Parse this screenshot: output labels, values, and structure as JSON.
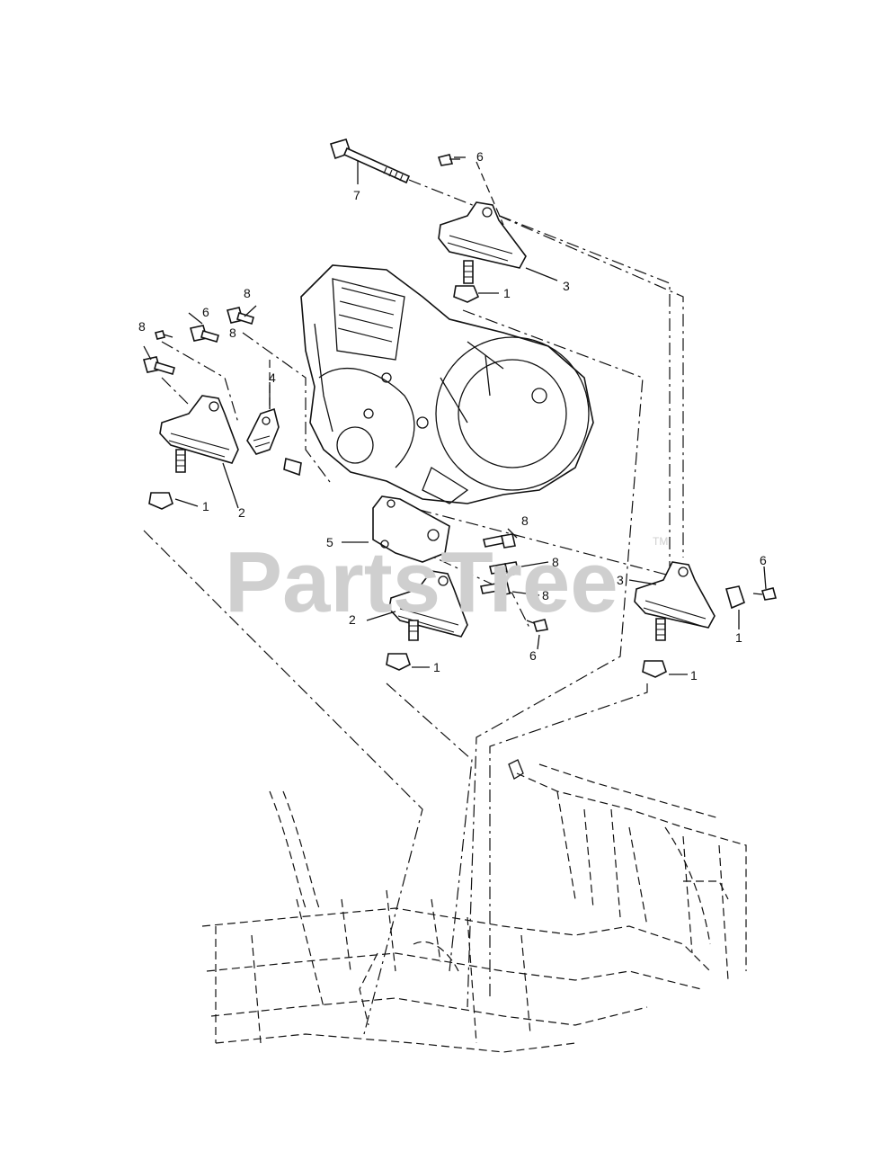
{
  "watermark": {
    "text": "PartsTree",
    "tm": "TM"
  },
  "callouts": {
    "c1_top_right_nut": "1",
    "c1_left_nut": "1",
    "c1_center_nut": "1",
    "c1_right_nut": "1",
    "c1_side_nut": "1",
    "c2_left_mount": "2",
    "c2_center_mount": "2",
    "c3_top_mount": "3",
    "c3_right_mount": "3",
    "c4_bracket": "4",
    "c5_plate": "5",
    "c6_top_bolt": "6",
    "c6_left_bolt": "6",
    "c6_right_bolt": "6",
    "c6_lower_bolt": "6",
    "c7_long_bolt": "7",
    "c8_bolt_a": "8",
    "c8_bolt_b": "8",
    "c8_bolt_c": "8",
    "c8_bolt_d": "8",
    "c8_bolt_e": "8",
    "c8_bolt_f": "8"
  },
  "colors": {
    "line": "#111111",
    "watermark": "#cfcfcf",
    "background": "#ffffff"
  }
}
